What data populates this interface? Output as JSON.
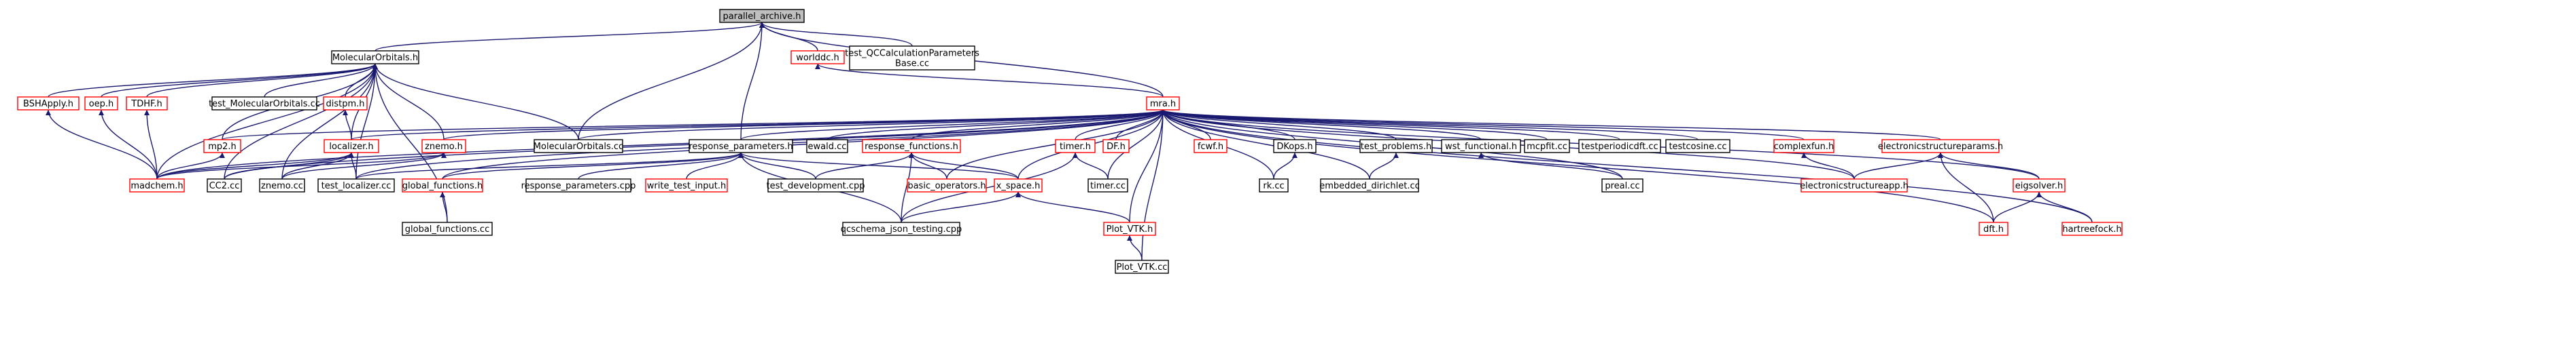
{
  "colors": {
    "edge": "#191970",
    "node_border_normal": "#000000",
    "node_border_truncated": "#ff0000",
    "node_fill": "#ffffff",
    "root_fill": "#bfbfbf"
  },
  "nodes": [
    {
      "id": "parallel_archive_h",
      "lines": [
        "parallel_archive.h"
      ],
      "style": "root"
    },
    {
      "id": "MolecularOrbitals_h",
      "lines": [
        "MolecularOrbitals.h"
      ],
      "style": "normal"
    },
    {
      "id": "worlddc_h",
      "lines": [
        "worlddc.h"
      ],
      "style": "truncated"
    },
    {
      "id": "test_QCCalculationParametersBase_cc",
      "lines": [
        "test_QCCalculationParameters",
        "Base.cc"
      ],
      "style": "normal"
    },
    {
      "id": "BSHApply_h",
      "lines": [
        "BSHApply.h"
      ],
      "style": "truncated"
    },
    {
      "id": "oep_h",
      "lines": [
        "oep.h"
      ],
      "style": "truncated"
    },
    {
      "id": "TDHF_h",
      "lines": [
        "TDHF.h"
      ],
      "style": "truncated"
    },
    {
      "id": "test_MolecularOrbitals_cc",
      "lines": [
        "test_MolecularOrbitals.cc"
      ],
      "style": "normal"
    },
    {
      "id": "distpm_h",
      "lines": [
        "distpm.h"
      ],
      "style": "truncated"
    },
    {
      "id": "mra_h",
      "lines": [
        "mra.h"
      ],
      "style": "truncated"
    },
    {
      "id": "mp2_h",
      "lines": [
        "mp2.h"
      ],
      "style": "truncated"
    },
    {
      "id": "localizer_h",
      "lines": [
        "localizer.h"
      ],
      "style": "truncated"
    },
    {
      "id": "znemo_h",
      "lines": [
        "znemo.h"
      ],
      "style": "truncated"
    },
    {
      "id": "MolecularOrbitals_cc",
      "lines": [
        "MolecularOrbitals.cc"
      ],
      "style": "normal"
    },
    {
      "id": "response_parameters_h",
      "lines": [
        "response_parameters.h"
      ],
      "style": "normal"
    },
    {
      "id": "ewald_cc",
      "lines": [
        "ewald.cc"
      ],
      "style": "normal"
    },
    {
      "id": "response_functions_h",
      "lines": [
        "response_functions.h"
      ],
      "style": "truncated"
    },
    {
      "id": "timer_h",
      "lines": [
        "timer.h"
      ],
      "style": "truncated"
    },
    {
      "id": "DF_h",
      "lines": [
        "DF.h"
      ],
      "style": "truncated"
    },
    {
      "id": "fcwf_h",
      "lines": [
        "fcwf.h"
      ],
      "style": "truncated"
    },
    {
      "id": "DKops_h",
      "lines": [
        "DKops.h"
      ],
      "style": "normal"
    },
    {
      "id": "test_problems_h",
      "lines": [
        "test_problems.h"
      ],
      "style": "normal"
    },
    {
      "id": "wst_functional_h",
      "lines": [
        "wst_functional.h"
      ],
      "style": "normal"
    },
    {
      "id": "mcpfit_cc",
      "lines": [
        "mcpfit.cc"
      ],
      "style": "normal"
    },
    {
      "id": "testperiodicdft_cc",
      "lines": [
        "testperiodicdft.cc"
      ],
      "style": "normal"
    },
    {
      "id": "testcosine_cc",
      "lines": [
        "testcosine.cc"
      ],
      "style": "normal"
    },
    {
      "id": "complexfun_h",
      "lines": [
        "complexfun.h"
      ],
      "style": "truncated"
    },
    {
      "id": "electronicstructureparams_h",
      "lines": [
        "electronicstructureparams.h"
      ],
      "style": "truncated"
    },
    {
      "id": "madchem_h",
      "lines": [
        "madchem.h"
      ],
      "style": "truncated"
    },
    {
      "id": "CC2_cc",
      "lines": [
        "CC2.cc"
      ],
      "style": "normal"
    },
    {
      "id": "znemo_cc",
      "lines": [
        "znemo.cc"
      ],
      "style": "normal"
    },
    {
      "id": "test_localizer_cc",
      "lines": [
        "test_localizer.cc"
      ],
      "style": "normal"
    },
    {
      "id": "global_functions_h",
      "lines": [
        "global_functions.h"
      ],
      "style": "truncated"
    },
    {
      "id": "response_parameters_cpp",
      "lines": [
        "response_parameters.cpp"
      ],
      "style": "normal"
    },
    {
      "id": "write_test_input_h",
      "lines": [
        "write_test_input.h"
      ],
      "style": "truncated"
    },
    {
      "id": "test_development_cpp",
      "lines": [
        "test_development.cpp"
      ],
      "style": "normal"
    },
    {
      "id": "basic_operators_h",
      "lines": [
        "basic_operators.h"
      ],
      "style": "truncated"
    },
    {
      "id": "x_space_h",
      "lines": [
        "x_space.h"
      ],
      "style": "truncated"
    },
    {
      "id": "timer_cc",
      "lines": [
        "timer.cc"
      ],
      "style": "normal"
    },
    {
      "id": "rk_cc",
      "lines": [
        "rk.cc"
      ],
      "style": "normal"
    },
    {
      "id": "embedded_dirichlet_cc",
      "lines": [
        "embedded_dirichlet.cc"
      ],
      "style": "normal"
    },
    {
      "id": "preal_cc",
      "lines": [
        "preal.cc"
      ],
      "style": "normal"
    },
    {
      "id": "electronicstructureapp_h",
      "lines": [
        "electronicstructureapp.h"
      ],
      "style": "truncated"
    },
    {
      "id": "eigsolver_h",
      "lines": [
        "eigsolver.h"
      ],
      "style": "truncated"
    },
    {
      "id": "global_functions_cc",
      "lines": [
        "global_functions.cc"
      ],
      "style": "normal"
    },
    {
      "id": "qcschema_json_testing_cpp",
      "lines": [
        "qcschema_json_testing.cpp"
      ],
      "style": "normal"
    },
    {
      "id": "Plot_VTK_h",
      "lines": [
        "Plot_VTK.h"
      ],
      "style": "truncated"
    },
    {
      "id": "dft_h",
      "lines": [
        "dft.h"
      ],
      "style": "truncated"
    },
    {
      "id": "hartreefock_h",
      "lines": [
        "hartreefock.h"
      ],
      "style": "truncated"
    },
    {
      "id": "Plot_VTK_cc",
      "lines": [
        "Plot_VTK.cc"
      ],
      "style": "normal"
    }
  ],
  "edges": [
    [
      "parallel_archive_h",
      "MolecularOrbitals_h"
    ],
    [
      "parallel_archive_h",
      "worlddc_h"
    ],
    [
      "parallel_archive_h",
      "test_QCCalculationParametersBase_cc"
    ],
    [
      "parallel_archive_h",
      "mra_h"
    ],
    [
      "parallel_archive_h",
      "MolecularOrbitals_cc"
    ],
    [
      "parallel_archive_h",
      "response_parameters_h"
    ],
    [
      "worlddc_h",
      "mra_h"
    ],
    [
      "MolecularOrbitals_h",
      "BSHApply_h"
    ],
    [
      "MolecularOrbitals_h",
      "oep_h"
    ],
    [
      "MolecularOrbitals_h",
      "TDHF_h"
    ],
    [
      "MolecularOrbitals_h",
      "test_MolecularOrbitals_cc"
    ],
    [
      "MolecularOrbitals_h",
      "distpm_h"
    ],
    [
      "MolecularOrbitals_h",
      "mp2_h"
    ],
    [
      "MolecularOrbitals_h",
      "localizer_h"
    ],
    [
      "MolecularOrbitals_h",
      "znemo_h"
    ],
    [
      "MolecularOrbitals_h",
      "MolecularOrbitals_cc"
    ],
    [
      "MolecularOrbitals_h",
      "madchem_h"
    ],
    [
      "MolecularOrbitals_h",
      "CC2_cc"
    ],
    [
      "MolecularOrbitals_h",
      "znemo_cc"
    ],
    [
      "MolecularOrbitals_h",
      "test_localizer_cc"
    ],
    [
      "MolecularOrbitals_h",
      "global_functions_cc"
    ],
    [
      "BSHApply_h",
      "madchem_h"
    ],
    [
      "oep_h",
      "madchem_h"
    ],
    [
      "TDHF_h",
      "madchem_h"
    ],
    [
      "distpm_h",
      "localizer_h"
    ],
    [
      "mp2_h",
      "madchem_h"
    ],
    [
      "localizer_h",
      "madchem_h"
    ],
    [
      "localizer_h",
      "CC2_cc"
    ],
    [
      "localizer_h",
      "znemo_cc"
    ],
    [
      "localizer_h",
      "test_localizer_cc"
    ],
    [
      "znemo_h",
      "madchem_h"
    ],
    [
      "znemo_h",
      "znemo_cc"
    ],
    [
      "mra_h",
      "mp2_h"
    ],
    [
      "mra_h",
      "localizer_h"
    ],
    [
      "mra_h",
      "znemo_h"
    ],
    [
      "mra_h",
      "MolecularOrbitals_cc"
    ],
    [
      "mra_h",
      "response_parameters_h"
    ],
    [
      "mra_h",
      "ewald_cc"
    ],
    [
      "mra_h",
      "response_functions_h"
    ],
    [
      "mra_h",
      "timer_h"
    ],
    [
      "mra_h",
      "DF_h"
    ],
    [
      "mra_h",
      "fcwf_h"
    ],
    [
      "mra_h",
      "DKops_h"
    ],
    [
      "mra_h",
      "test_problems_h"
    ],
    [
      "mra_h",
      "wst_functional_h"
    ],
    [
      "mra_h",
      "mcpfit_cc"
    ],
    [
      "mra_h",
      "testperiodicdft_cc"
    ],
    [
      "mra_h",
      "testcosine_cc"
    ],
    [
      "mra_h",
      "complexfun_h"
    ],
    [
      "mra_h",
      "electronicstructureparams_h"
    ],
    [
      "mra_h",
      "madchem_h"
    ],
    [
      "mra_h",
      "CC2_cc"
    ],
    [
      "mra_h",
      "test_localizer_cc"
    ],
    [
      "mra_h",
      "global_functions_h"
    ],
    [
      "mra_h",
      "basic_operators_h"
    ],
    [
      "mra_h",
      "x_space_h"
    ],
    [
      "mra_h",
      "timer_cc"
    ],
    [
      "mra_h",
      "rk_cc"
    ],
    [
      "mra_h",
      "embedded_dirichlet_cc"
    ],
    [
      "mra_h",
      "preal_cc"
    ],
    [
      "mra_h",
      "electronicstructureapp_h"
    ],
    [
      "mra_h",
      "eigsolver_h"
    ],
    [
      "mra_h",
      "Plot_VTK_h"
    ],
    [
      "mra_h",
      "dft_h"
    ],
    [
      "mra_h",
      "hartreefock_h"
    ],
    [
      "mra_h",
      "Plot_VTK_cc"
    ],
    [
      "response_parameters_h",
      "test_localizer_cc"
    ],
    [
      "response_parameters_h",
      "global_functions_h"
    ],
    [
      "response_parameters_h",
      "response_parameters_cpp"
    ],
    [
      "response_parameters_h",
      "write_test_input_h"
    ],
    [
      "response_parameters_h",
      "test_development_cpp"
    ],
    [
      "response_parameters_h",
      "x_space_h"
    ],
    [
      "response_parameters_h",
      "qcschema_json_testing_cpp"
    ],
    [
      "response_functions_h",
      "test_development_cpp"
    ],
    [
      "response_functions_h",
      "basic_operators_h"
    ],
    [
      "response_functions_h",
      "x_space_h"
    ],
    [
      "response_functions_h",
      "qcschema_json_testing_cpp"
    ],
    [
      "timer_h",
      "timer_cc"
    ],
    [
      "timer_h",
      "qcschema_json_testing_cpp"
    ],
    [
      "DKops_h",
      "rk_cc"
    ],
    [
      "test_problems_h",
      "embedded_dirichlet_cc"
    ],
    [
      "wst_functional_h",
      "preal_cc"
    ],
    [
      "complexfun_h",
      "electronicstructureapp_h"
    ],
    [
      "electronicstructureparams_h",
      "electronicstructureapp_h"
    ],
    [
      "electronicstructureparams_h",
      "eigsolver_h"
    ],
    [
      "electronicstructureparams_h",
      "dft_h"
    ],
    [
      "global_functions_h",
      "global_functions_cc"
    ],
    [
      "x_space_h",
      "qcschema_json_testing_cpp"
    ],
    [
      "x_space_h",
      "Plot_VTK_h"
    ],
    [
      "Plot_VTK_h",
      "Plot_VTK_cc"
    ],
    [
      "eigsolver_h",
      "dft_h"
    ],
    [
      "eigsolver_h",
      "hartreefock_h"
    ]
  ]
}
